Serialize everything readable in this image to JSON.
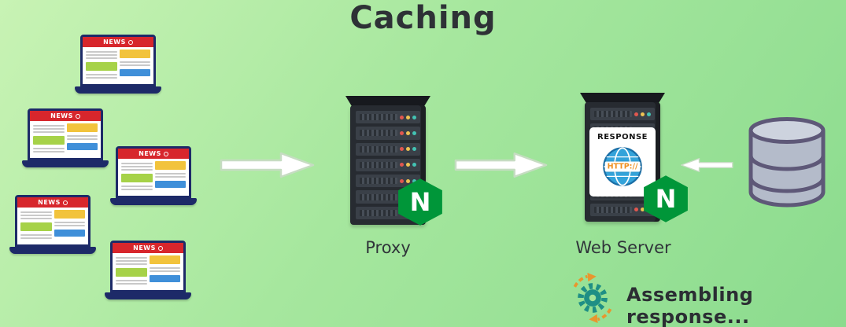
{
  "title": "Caching",
  "clients": {
    "news_label": "NEWS"
  },
  "flow": {
    "proxy_label": "Proxy",
    "web_server_label": "Web Server"
  },
  "response_card": {
    "title": "RESPONSE",
    "url": "HTTP://"
  },
  "nginx_letter": "N",
  "status_text": "Assembling response...",
  "colors": {
    "background_top": "#c8f3b4",
    "background_bottom": "#8bdb8e",
    "nginx_green": "#009639",
    "news_red": "#d7262c",
    "laptop_navy": "#1d2a68",
    "server_dark": "#272b31",
    "gear_teal": "#1f8f85",
    "gear_orange": "#e8962e",
    "database_outline": "#5e5878",
    "title_color": "#2e3136"
  }
}
